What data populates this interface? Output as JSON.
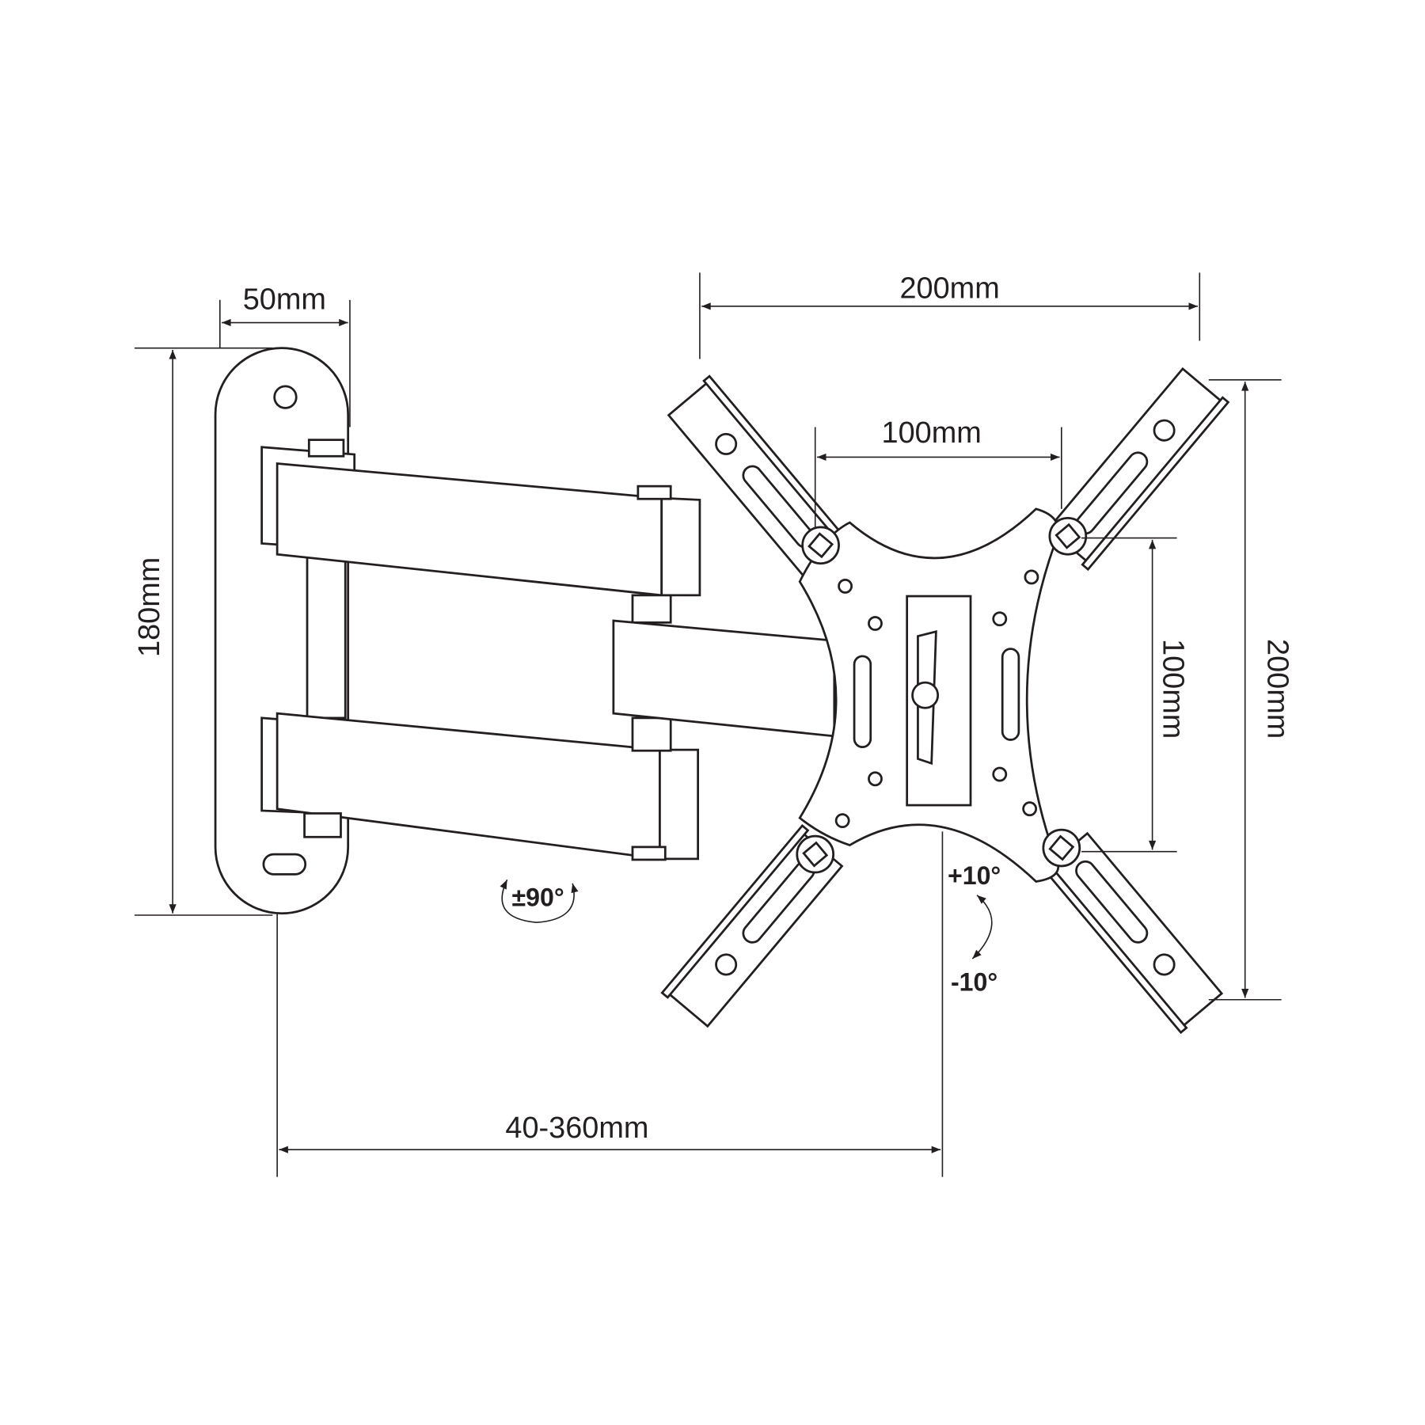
{
  "title": "TV wall mount bracket dimensions",
  "dimensions": {
    "plate_width": "50mm",
    "plate_height": "180mm",
    "vesa_outer_width": "200mm",
    "vesa_inner_width": "100mm",
    "vesa_inner_height": "100mm",
    "vesa_outer_height": "200mm",
    "extension": "40-360mm"
  },
  "motion": {
    "swivel": "±90°",
    "tilt_up": "+10°",
    "tilt_down": "-10°"
  },
  "colors": {
    "line": "#231f20",
    "background": "#ffffff"
  }
}
